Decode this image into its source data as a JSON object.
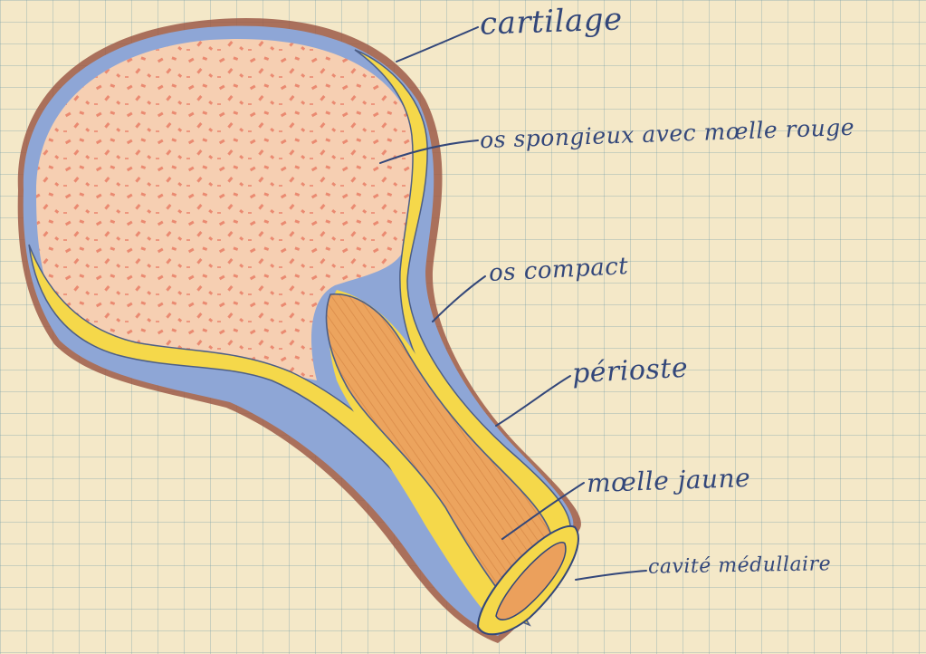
{
  "labels": {
    "cartilage": "cartilage",
    "os_spongieux": "os spongieux avec mœlle rouge",
    "os_compact": "os compact",
    "perioste": "périoste",
    "moelle_jaune": "mœlle jaune",
    "cavite": "cavité médullaire"
  },
  "colors": {
    "paper": "#f4e8c8",
    "grid": "#8fb0b4",
    "cartilage": "#7e9ad0",
    "perioste": "#9c5a48",
    "os_compact": "#f5d84a",
    "os_spongieux_fill": "#f6cfb2",
    "os_spongieux_dots": "#e9826a",
    "moelle_jaune": "#eba05c",
    "ink": "#33477a"
  }
}
